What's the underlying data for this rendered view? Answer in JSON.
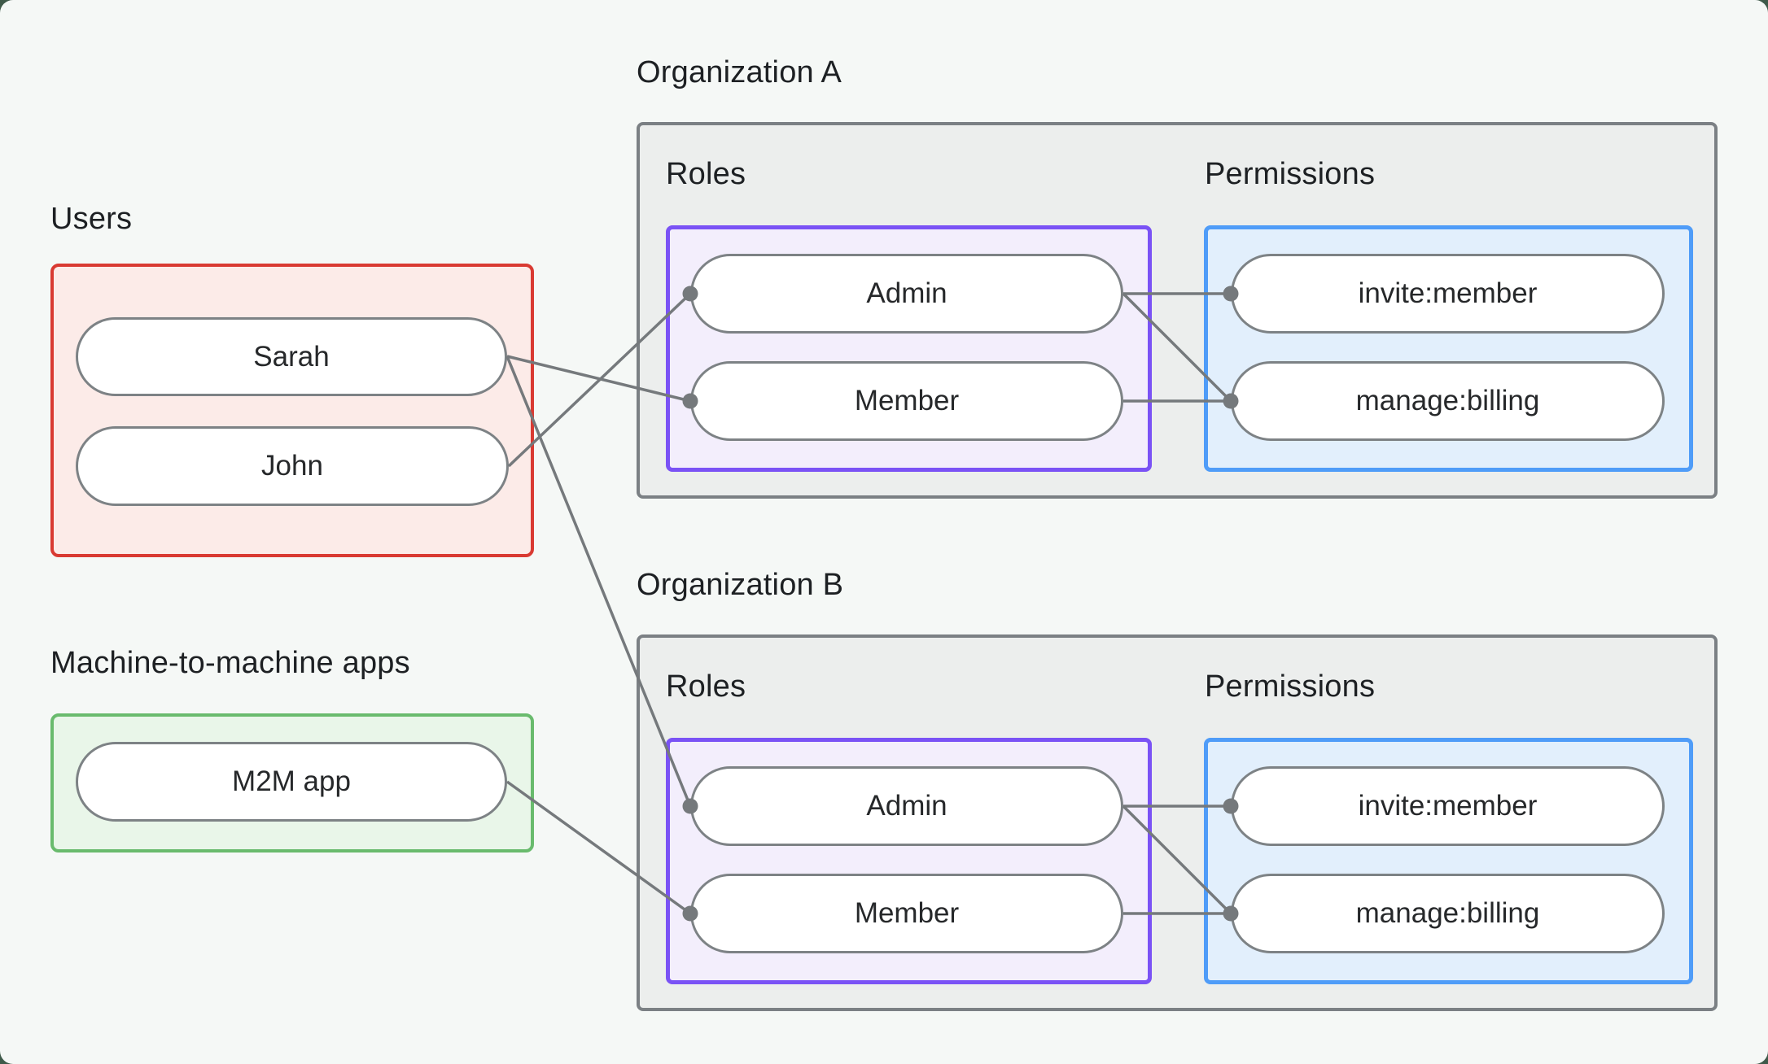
{
  "canvas": {
    "background": "#f5f8f6",
    "backdrop": "#3f5a4a"
  },
  "style": {
    "line_color": "#75797c",
    "dot_color": "#75797c",
    "users_border": "#d93a32",
    "users_fill": "#fcebe8",
    "m2m_border": "#69bb6d",
    "m2m_fill": "#e9f6e9",
    "org_border": "#7b8084",
    "org_fill": "#eceeed",
    "roles_border": "#7a52f5",
    "roles_fill": "#f3eefc",
    "permissions_border": "#4f9cf8",
    "permissions_fill": "#e2effc",
    "pill_border": "#7d8285",
    "pill_fill": "#ffffff"
  },
  "users": {
    "label": "Users",
    "items": [
      {
        "id": "sarah",
        "label": "Sarah"
      },
      {
        "id": "john",
        "label": "John"
      }
    ]
  },
  "m2m": {
    "label": "Machine-to-machine apps",
    "items": [
      {
        "id": "m2m",
        "label": "M2M app"
      }
    ]
  },
  "orgA": {
    "label": "Organization A",
    "roles_label": "Roles",
    "permissions_label": "Permissions",
    "roles": [
      {
        "id": "orgA.admin",
        "label": "Admin"
      },
      {
        "id": "orgA.member",
        "label": "Member"
      }
    ],
    "permissions": [
      {
        "id": "orgA.invite",
        "label": "invite:member"
      },
      {
        "id": "orgA.billing",
        "label": "manage:billing"
      }
    ]
  },
  "orgB": {
    "label": "Organization B",
    "roles_label": "Roles",
    "permissions_label": "Permissions",
    "roles": [
      {
        "id": "orgB.admin",
        "label": "Admin"
      },
      {
        "id": "orgB.member",
        "label": "Member"
      }
    ],
    "permissions": [
      {
        "id": "orgB.invite",
        "label": "invite:member"
      },
      {
        "id": "orgB.billing",
        "label": "manage:billing"
      }
    ]
  },
  "edges": [
    {
      "from": "sarah",
      "to": "orgA.member"
    },
    {
      "from": "john",
      "to": "orgA.admin"
    },
    {
      "from": "sarah",
      "to": "orgB.admin"
    },
    {
      "from": "m2m",
      "to": "orgB.member"
    },
    {
      "from": "orgA.admin",
      "to": "orgA.invite"
    },
    {
      "from": "orgA.admin",
      "to": "orgA.billing"
    },
    {
      "from": "orgA.member",
      "to": "orgA.billing"
    },
    {
      "from": "orgB.admin",
      "to": "orgB.invite"
    },
    {
      "from": "orgB.admin",
      "to": "orgB.billing"
    },
    {
      "from": "orgB.member",
      "to": "orgB.billing"
    }
  ]
}
